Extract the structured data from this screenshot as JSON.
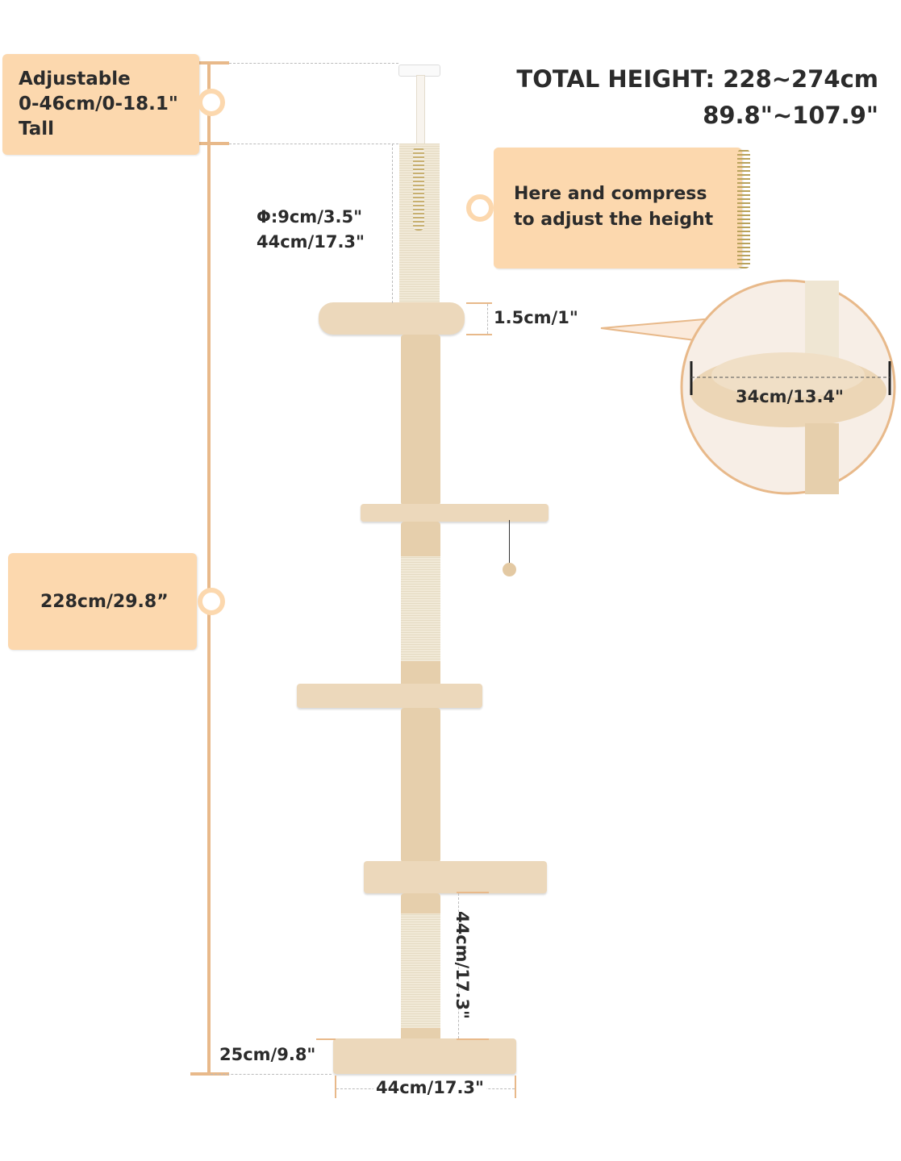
{
  "total_height": {
    "line1": "TOTAL HEIGHT: 228~274cm",
    "line2": "89.8\"~107.9\""
  },
  "labels": {
    "adjustable": [
      "Adjustable",
      "0-46cm/0-18.1\"",
      "Tall"
    ],
    "base_height": "228cm/29.8”",
    "compress": [
      "Here and compress",
      "to adjust the height"
    ],
    "top_post": [
      "Φ:9cm/3.5\"",
      "44cm/17.3\""
    ],
    "basket_depth": "1.5cm/1\"",
    "basket_diameter": "34cm/13.4\"",
    "bottom_post": "44cm/17.3\"",
    "base_depth": "25cm/9.8\"",
    "base_width": "44cm/17.3\""
  },
  "colors": {
    "label_bg": "#fcd8ae",
    "line": "#e8b98a",
    "plush": "#e6cfac",
    "sisal": "#f1e9d7"
  }
}
